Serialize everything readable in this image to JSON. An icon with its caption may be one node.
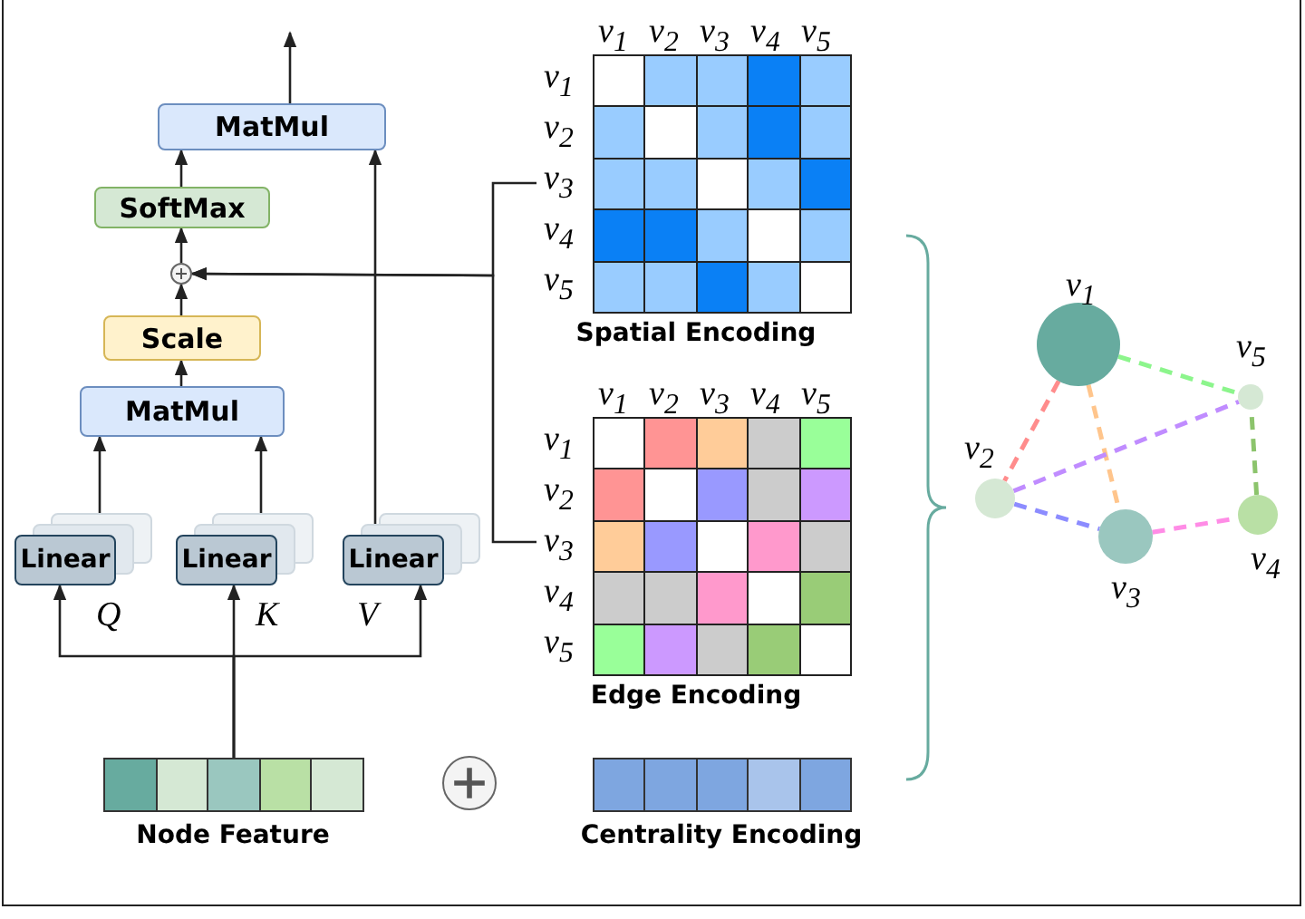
{
  "diagram": {
    "nodes": [
      {
        "text": [
          "MatMul"
        ]
      },
      {
        "text": [
          "SoftMax"
        ]
      },
      {
        "text": [],
        "shape": "circle"
      },
      {
        "text": [
          "Scale"
        ]
      },
      {
        "text": [
          "MatMul"
        ]
      },
      {
        "text": [
          "Linear"
        ],
        "beside": [
          "Q"
        ]
      },
      {
        "text": [
          "Linear"
        ],
        "beside": [
          "K"
        ]
      },
      {
        "text": [
          "Linear"
        ],
        "beside": [
          "V"
        ]
      },
      {
        "text": [
          "Node Feature"
        ]
      },
      {
        "text": [
          "Spatial Encoding"
        ]
      },
      {
        "text": [
          "Edge Encoding"
        ]
      },
      {
        "text": [],
        "shape": "circle"
      },
      {
        "text": [
          "Centrality Encoding"
        ]
      },
      {
        "text": [],
        "shape": "circle",
        "beside": [
          "v$_{1}$"
        ]
      },
      {
        "text": [],
        "shape": "circle",
        "beside": [
          "v$_{2}$"
        ]
      },
      {
        "text": [],
        "shape": "circle",
        "beside": [
          "v$_{3}$"
        ]
      },
      {
        "text": [],
        "shape": "circle",
        "beside": [
          "v$_{4}$"
        ]
      },
      {
        "text": [],
        "shape": "circle",
        "beside": [
          "v$_{5}$"
        ]
      }
    ],
    "edges": [
      {
        "from": 0,
        "to": null,
        "arrow": "to"
      },
      {
        "from": 1,
        "to": 0,
        "arrow": "to"
      },
      {
        "from": 2,
        "to": 1,
        "arrow": "to"
      },
      {
        "from": 3,
        "to": 2,
        "arrow": "to"
      },
      {
        "from": 4,
        "to": 3,
        "arrow": "to"
      },
      {
        "from": 5,
        "to": 4,
        "arrow": "to"
      },
      {
        "from": 6,
        "to": 4,
        "arrow": "to"
      },
      {
        "from": 7,
        "to": 0,
        "arrow": "to"
      },
      {
        "from": 9,
        "to": 2,
        "arrow": "to"
      },
      {
        "from": 10,
        "to": 2,
        "arrow": "to"
      },
      {
        "from": 8,
        "to": 5,
        "arrow": "to"
      },
      {
        "from": 8,
        "to": 6,
        "arrow": "to"
      },
      {
        "from": 8,
        "to": 7,
        "arrow": "to"
      },
      {
        "from": 13,
        "to": 14,
        "arrow": "none",
        "style": "dashed",
        "color": "#ff8c8c"
      },
      {
        "from": 13,
        "to": 15,
        "arrow": "none",
        "style": "dashed",
        "color": "#ffc58c"
      },
      {
        "from": 13,
        "to": 17,
        "arrow": "none",
        "style": "dashed",
        "color": "#8cf58c"
      },
      {
        "from": 14,
        "to": 17,
        "arrow": "none",
        "style": "dashed",
        "color": "#c08cff"
      },
      {
        "from": 14,
        "to": 15,
        "arrow": "none",
        "style": "dashed",
        "color": "#8c8cff"
      },
      {
        "from": 15,
        "to": 16,
        "arrow": "none",
        "style": "dashed",
        "color": "#ff8ce6"
      },
      {
        "from": 16,
        "to": 17,
        "arrow": "none",
        "style": "dashed",
        "color": "#8cc46c"
      }
    ],
    "labels": [
      "v$_{1}$",
      "v$_{2}$",
      "v$_{3}$",
      "v$_{4}$",
      "v$_{5}$",
      "v$_{1}$",
      "v$_{2}$",
      "v$_{3}$",
      "v$_{4}$",
      "v$_{5}$",
      "v$_{1}$",
      "v$_{2}$",
      "v$_{3}$",
      "v$_{4}$",
      "v$_{5}$",
      "v$_{1}$",
      "v$_{2}$",
      "v$_{3}$",
      "v$_{4}$",
      "v$_{5}$"
    ]
  }
}
